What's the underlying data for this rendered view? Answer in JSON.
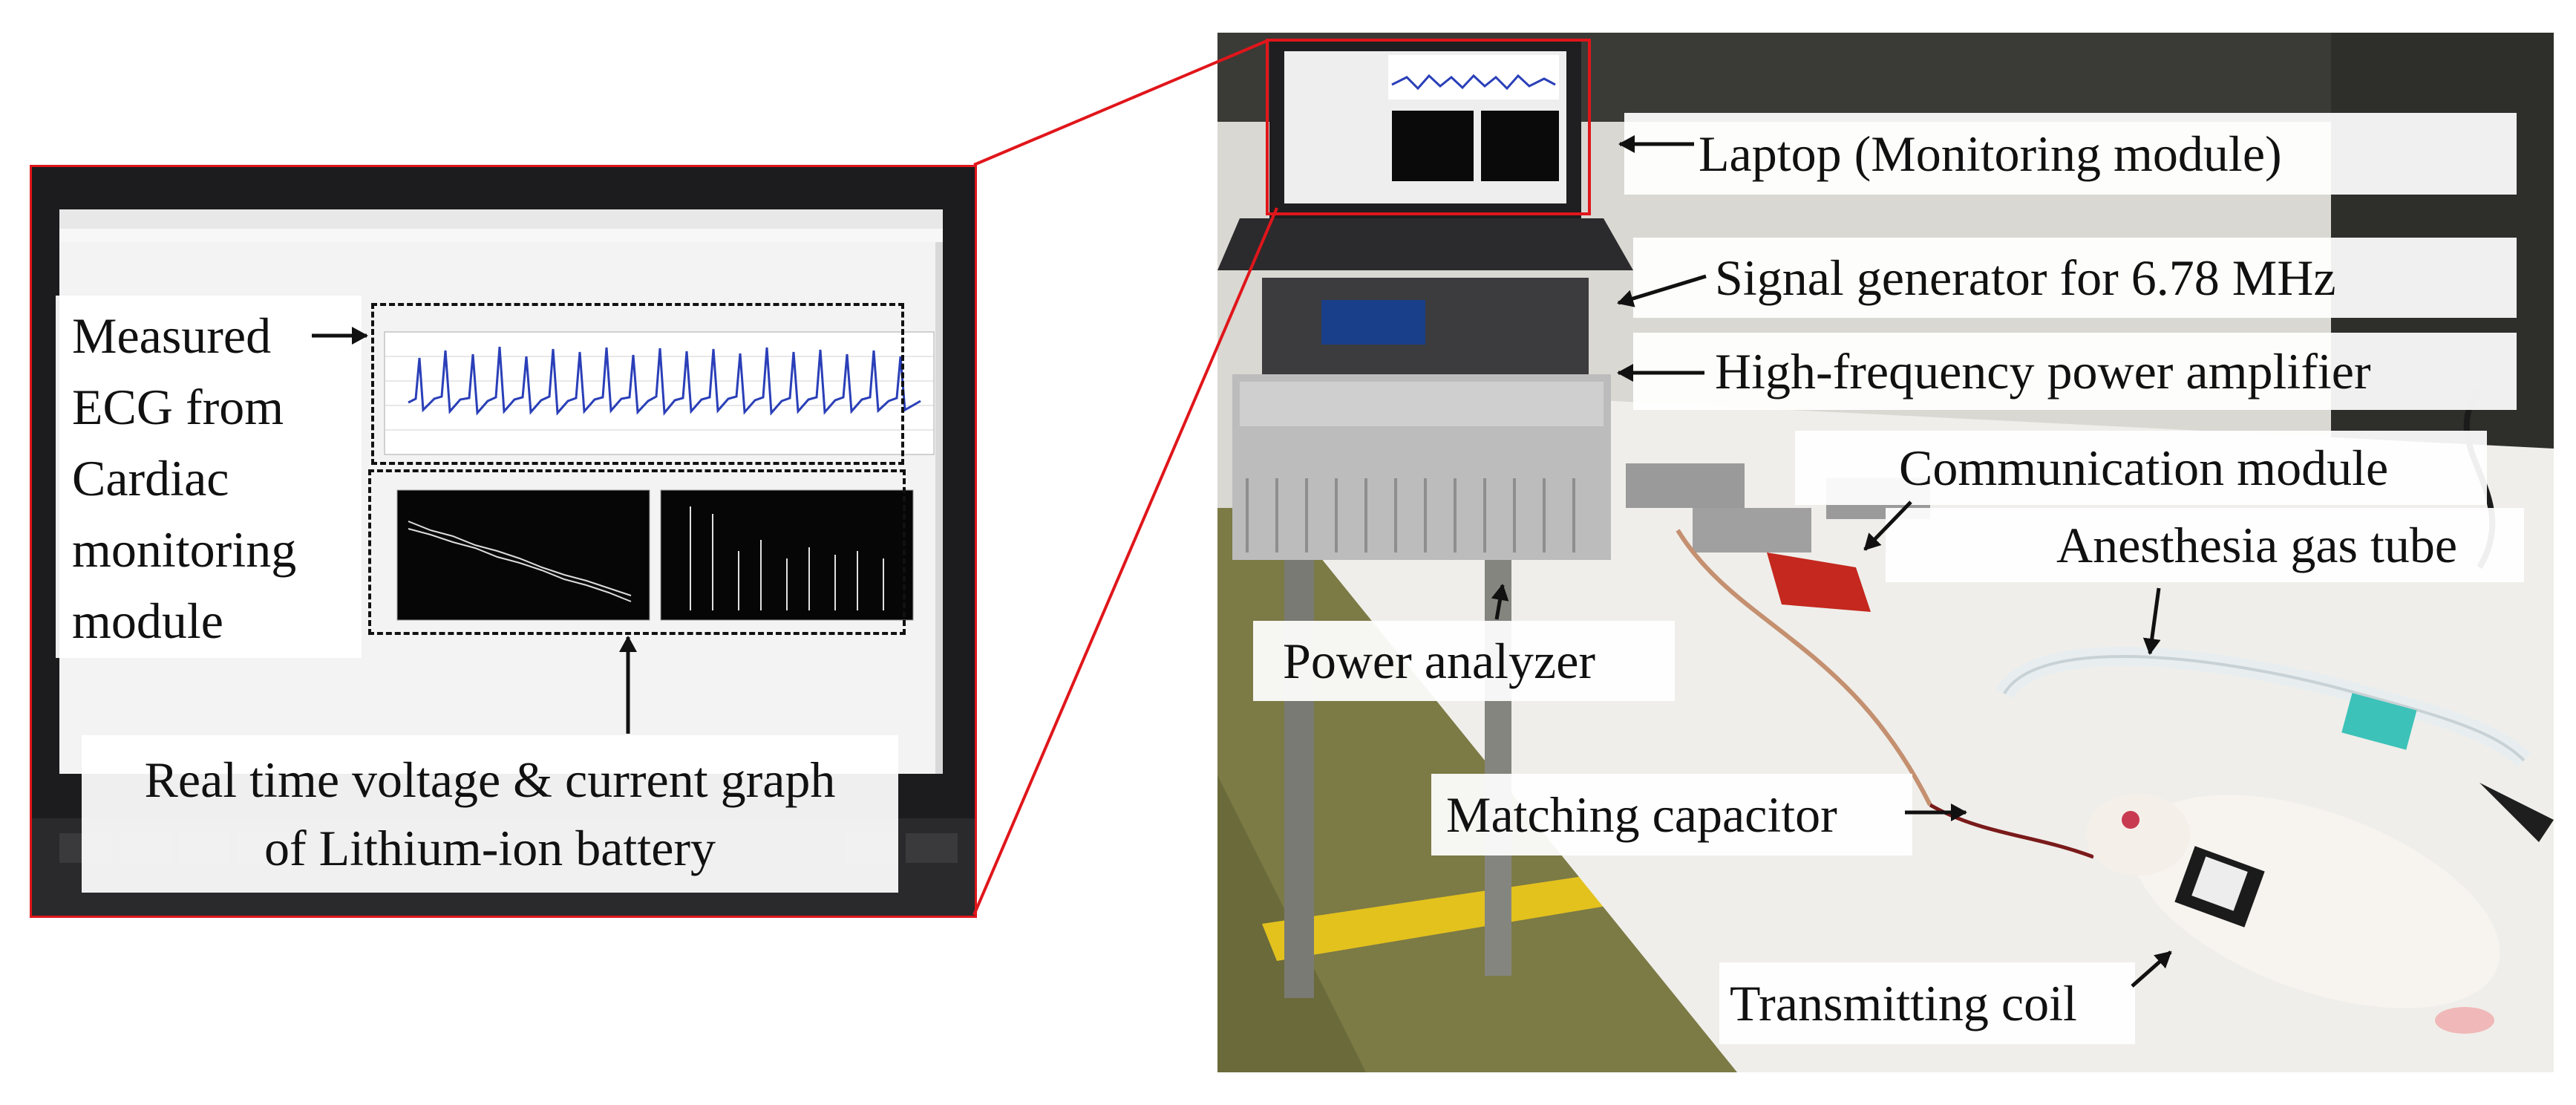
{
  "labels": {
    "ecg_measured": [
      "Measured",
      "ECG from",
      "Cardiac",
      "monitoring",
      "module"
    ],
    "realtime_line1": "Real time voltage & current graph",
    "realtime_line2": "of Lithium-ion battery",
    "laptop": "Laptop (Monitoring module)",
    "signal_generator": "Signal generator for 6.78 MHz",
    "power_amplifier": "High-frequency power amplifier",
    "communication": "Communication module",
    "anesthesia": "Anesthesia gas tube",
    "power_analyzer": "Power analyzer",
    "matching_capacitor": "Matching capacitor",
    "transmitting_coil": "Transmitting coil"
  },
  "icons": {
    "arrow": "arrow-icon",
    "zoom_lines": "zoom-connector-lines"
  },
  "colors": {
    "zoom_frame": "#e0161b",
    "ecg_trace": "#2a3fb8",
    "label_bg": "#ffffff",
    "text": "#111111"
  }
}
